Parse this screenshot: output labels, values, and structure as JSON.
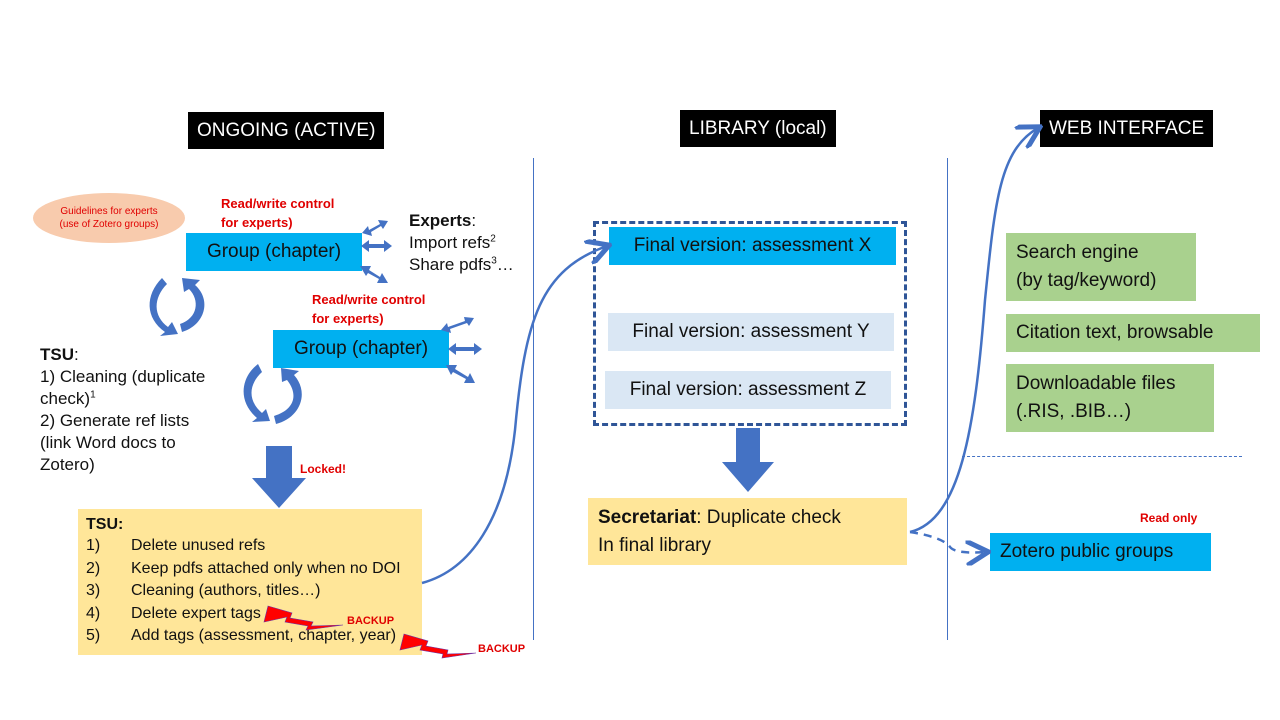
{
  "columns": {
    "ongoing": "ONGOING (ACTIVE)",
    "library": "LIBRARY (local)",
    "web": "WEB INTERFACE"
  },
  "ongoing": {
    "guidelines": [
      "Guidelines for experts",
      "(use of Zotero groups)"
    ],
    "rw_control_1": [
      "Read/write control",
      "for experts)"
    ],
    "rw_control_2": [
      "Read/write control",
      "for experts)"
    ],
    "group_1": "Group (chapter)",
    "group_2": "Group (chapter)",
    "experts": {
      "title": "Experts",
      "colon": ":",
      "line1": "Import refs",
      "line1_sup": "2",
      "line2": "Share pdfs",
      "line2_sup": "3",
      "line2_suffix": "…"
    },
    "tsu_notes": {
      "title": "TSU",
      "colon": ":",
      "line1": "1) Cleaning (duplicate",
      "line2": "check)",
      "line2_sup": "1",
      "line3": "2) Generate ref lists",
      "line4": "(link Word docs to",
      "line5": "Zotero)"
    },
    "locked": "Locked!",
    "tsu_box": {
      "title": "TSU:",
      "items": [
        {
          "num": "1)",
          "text": "Delete unused refs"
        },
        {
          "num": "2)",
          "text": "Keep pdfs attached only when no DOI"
        },
        {
          "num": "3)",
          "text": "Cleaning (authors, titles…)"
        },
        {
          "num": "4)",
          "text": "Delete expert tags"
        },
        {
          "num": "5)",
          "text": "Add tags (assessment, chapter, year)"
        }
      ]
    },
    "backup_1": "BACKUP",
    "backup_2": "BACKUP"
  },
  "library": {
    "final_x": "Final version: assessment X",
    "final_y": "Final version: assessment Y",
    "final_z": "Final version: assessment Z",
    "secretariat_bold": "Secretariat",
    "secretariat_rest": ": Duplicate check",
    "secretariat_line2": "In final library"
  },
  "web": {
    "search_engine": [
      "Search engine",
      "(by tag/keyword)"
    ],
    "citation": "Citation text, browsable",
    "downloadable": [
      "Downloadable files",
      "(.RIS, .BIB…)"
    ],
    "read_only": "Read only",
    "zotero_public": "Zotero public groups"
  },
  "colors": {
    "header_bg": "#000000",
    "group_blue": "#00b0f0",
    "pale_blue": "#dae7f4",
    "note_yellow": "#ffe699",
    "feature_green": "#a9d18e",
    "guideline_oval": "#f8cbad",
    "arrow_blue": "#4472c4",
    "alert_red": "#e00000"
  }
}
